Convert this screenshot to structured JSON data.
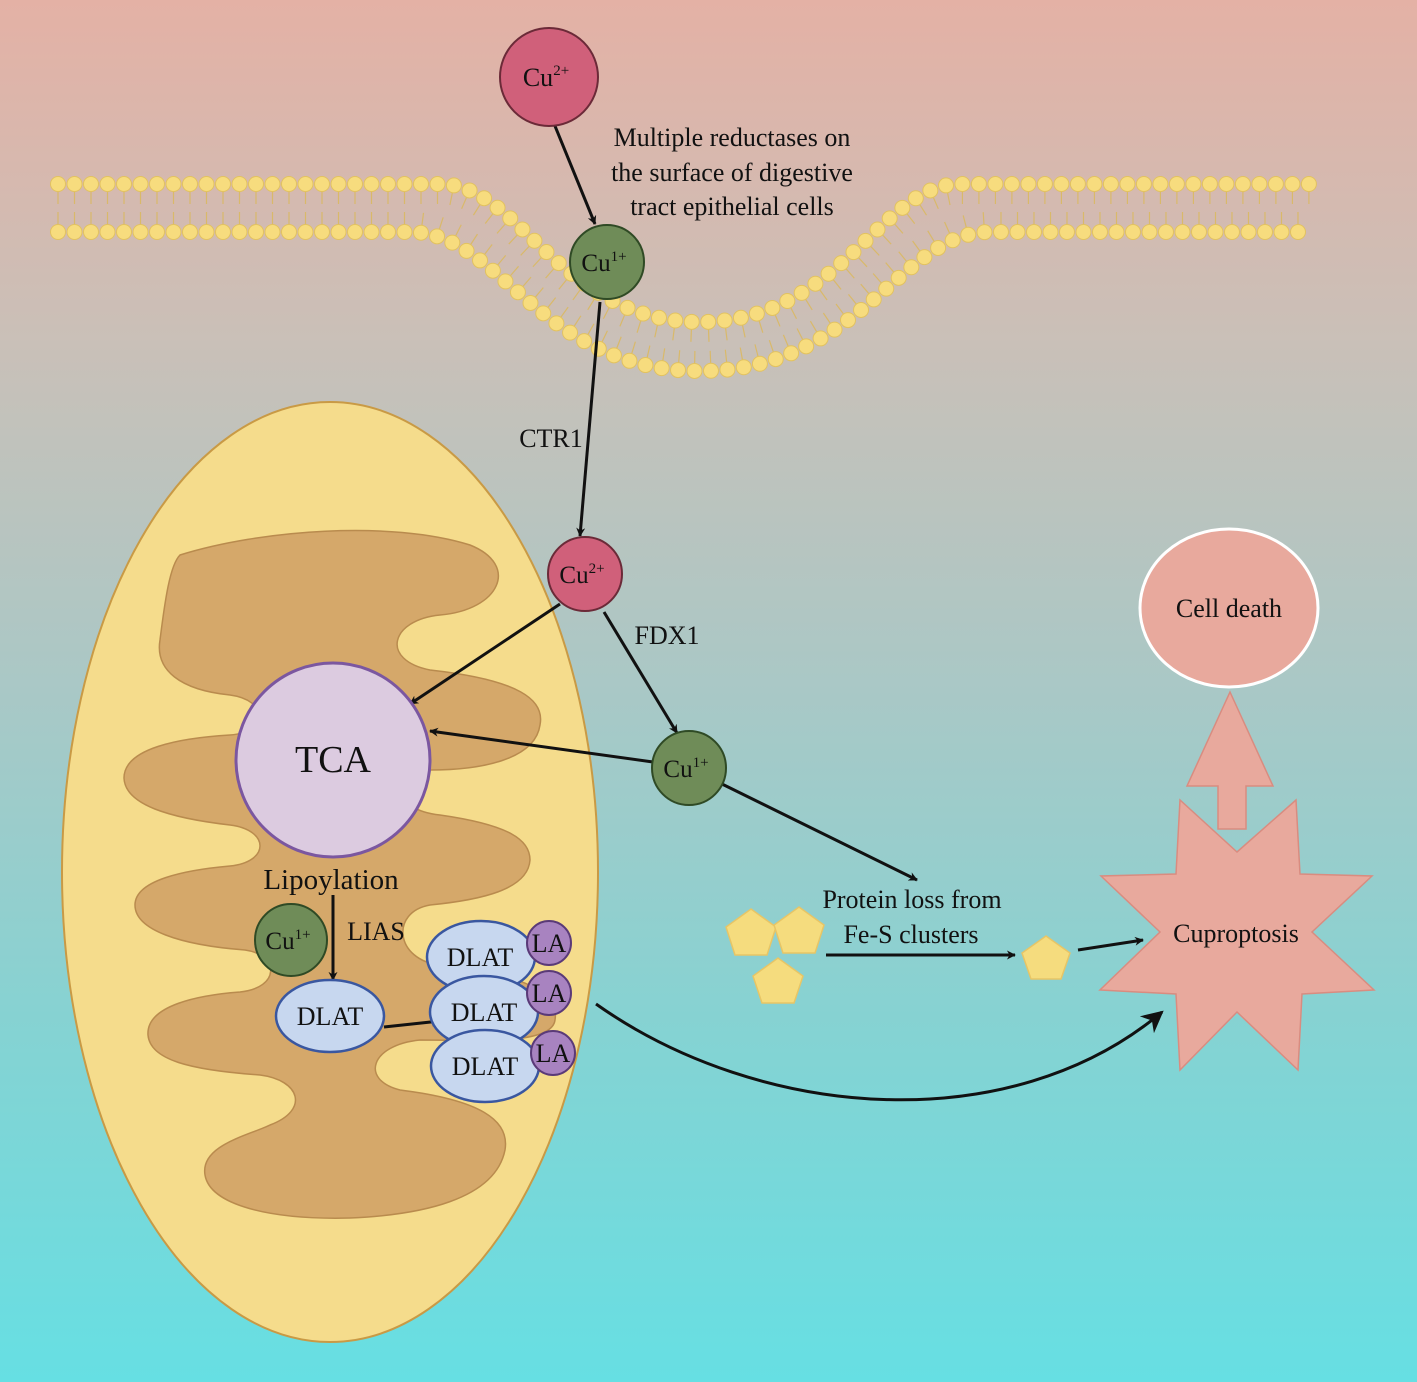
{
  "ions": {
    "cu2_top": {
      "base": "Cu",
      "charge": "2+"
    },
    "cu1_membrane": {
      "base": "Cu",
      "charge": "1+"
    },
    "cu2_mito": {
      "base": "Cu",
      "charge": "2+"
    },
    "cu1_right": {
      "base": "Cu",
      "charge": "1+"
    },
    "cu1_lias": {
      "base": "Cu",
      "charge": "1+"
    }
  },
  "labels": {
    "reductases_line1": "Multiple reductases on",
    "reductases_line2": "the surface of digestive",
    "reductases_line3": "tract epithelial cells",
    "ctr1": "CTR1",
    "fdx1": "FDX1",
    "tca": "TCA",
    "lipoylation": "Lipoylation",
    "lias": "LIAS",
    "dlat": "DLAT",
    "la": "LA",
    "protein_loss_line1": "Protein loss from",
    "protein_loss_line2": "Fe-S clusters",
    "cuproptosis": "Cuproptosis",
    "cell_death": "Cell death"
  },
  "colors": {
    "cu2_fill": "#d0607a",
    "cu1_fill": "#6f8c58",
    "tca_fill": "#dccbe0",
    "dlat_fill": "#c7d7ef",
    "la_fill": "#a883c0",
    "mito_outer": "#f5dc8c",
    "mito_inner": "#d5a86a",
    "membrane_bead": "#f7dc7e",
    "cuproptosis_fill": "#e8a99d",
    "cell_death_fill": "#e8a99d",
    "fes_fill": "#f5dc7e"
  }
}
